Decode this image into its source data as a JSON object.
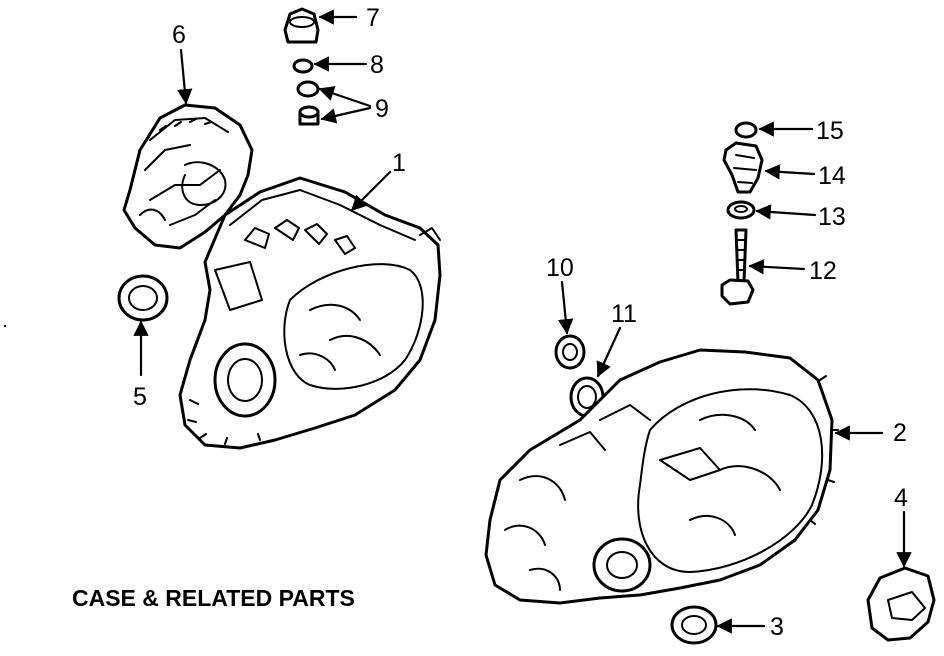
{
  "diagram": {
    "title": "CASE & RELATED PARTS",
    "callouts": [
      "1",
      "2",
      "3",
      "4",
      "5",
      "6",
      "7",
      "8",
      "9",
      "10",
      "11",
      "12",
      "13",
      "14",
      "15"
    ]
  }
}
